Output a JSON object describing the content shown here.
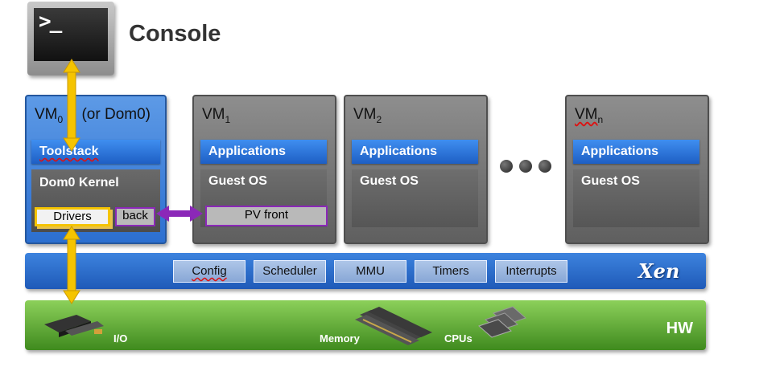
{
  "console": {
    "prompt": ">_",
    "label": "Console"
  },
  "vm0": {
    "title_main": "VM",
    "title_sub": "0",
    "title_suffix": "(or Dom0)",
    "toolstack": "Toolstack",
    "kernel": "Dom0 Kernel",
    "drivers": "Drivers",
    "back": "back"
  },
  "vms": [
    {
      "title_main": "VM",
      "title_sub": "1",
      "apps": "Applications",
      "os": "Guest OS",
      "front": "PV front"
    },
    {
      "title_main": "VM",
      "title_sub": "2",
      "apps": "Applications",
      "os": "Guest OS"
    },
    {
      "title_main": "VM",
      "title_sub": "n",
      "apps": "Applications",
      "os": "Guest OS"
    }
  ],
  "xen": {
    "buttons": [
      "Config",
      "Scheduler",
      "MMU",
      "Timers",
      "Interrupts"
    ],
    "logo": "Xen"
  },
  "hw": {
    "io": "I/O",
    "memory": "Memory",
    "cpus": "CPUs",
    "label": "HW"
  },
  "colors": {
    "vm_blue": "#2c6fd0",
    "vm_grey": "#6f6f6f",
    "xen_blue": "#1f5ab8",
    "hw_green": "#4f9a2a",
    "arrow_yellow": "#f5c400",
    "arrow_purple": "#8b28b8"
  }
}
